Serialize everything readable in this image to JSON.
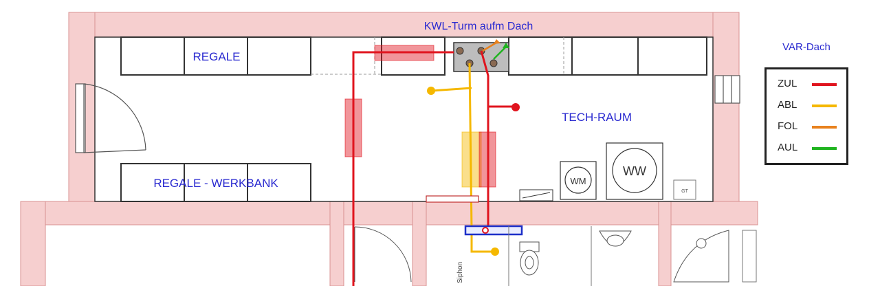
{
  "labels": {
    "roof_tower": "KWL-Turm aufm Dach",
    "shelves_top": "REGALE",
    "shelves_bottom": "REGALE - WERKBANK",
    "tech_room": "TECH-RAUM",
    "washer": "WM",
    "heater": "WW",
    "gt": "GT",
    "siphon": "Siphon"
  },
  "legend": {
    "title": "VAR-Dach",
    "items": [
      {
        "code": "ZUL",
        "color": "#e0141e"
      },
      {
        "code": "ABL",
        "color": "#f5b800"
      },
      {
        "code": "FOL",
        "color": "#e8821e"
      },
      {
        "code": "AUL",
        "color": "#1fb41f"
      }
    ]
  },
  "colors": {
    "wall": "#f6cfcf",
    "wall_line": "#c06060",
    "label": "#2a2ad0",
    "duct_highlight": "#1c2fc8"
  }
}
